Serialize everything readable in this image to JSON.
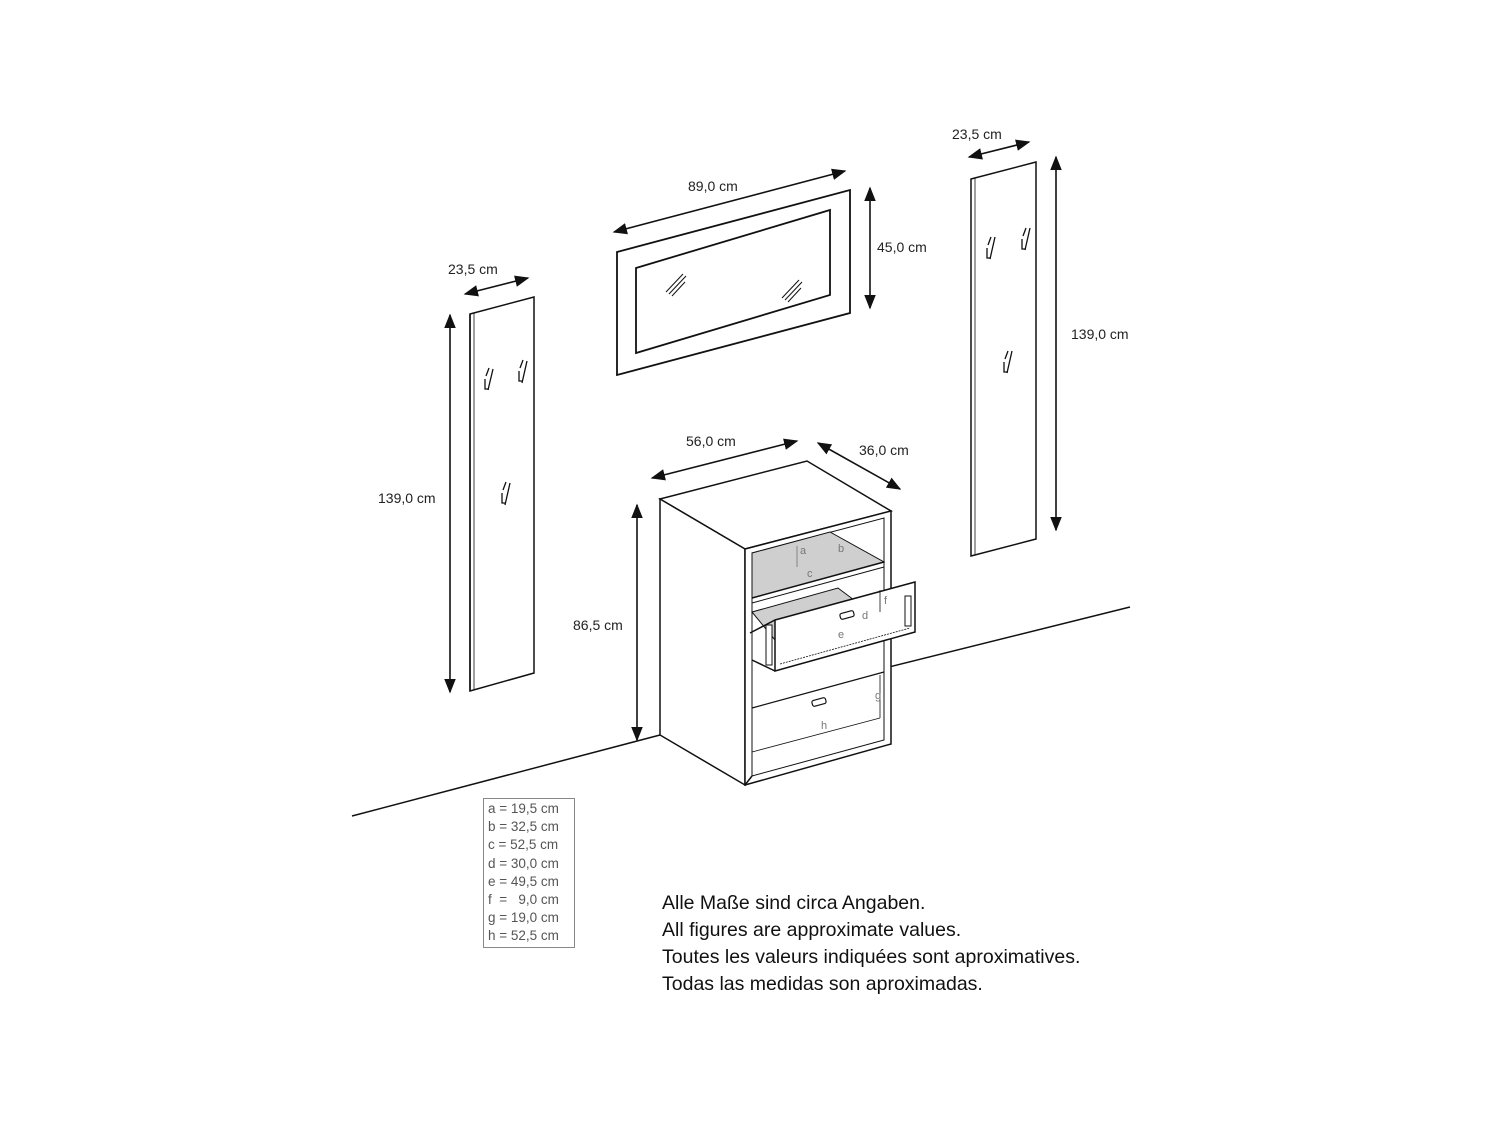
{
  "diagram": {
    "type": "furniture-dimension-drawing",
    "components": {
      "left_coat_panel": {
        "width": "23,5 cm",
        "height": "139,0 cm",
        "hooks": 3
      },
      "mirror": {
        "width": "89,0 cm",
        "height": "45,0 cm"
      },
      "right_coat_panel": {
        "width": "23,5 cm",
        "height": "139,0 cm",
        "hooks": 3
      },
      "cabinet": {
        "width": "56,0 cm",
        "depth": "36,0 cm",
        "height": "86,5 cm",
        "labels": [
          "a",
          "b",
          "c",
          "d",
          "e",
          "f",
          "g",
          "h"
        ]
      }
    },
    "legend": [
      "a = 19,5 cm",
      "b = 32,5 cm",
      "c = 52,5 cm",
      "d = 30,0 cm",
      "e = 49,5 cm",
      "f  =   9,0 cm",
      "g = 19,0 cm",
      "h = 52,5 cm"
    ],
    "notes": [
      "Alle Maße sind circa Angaben.",
      "All figures are approximate values.",
      "Toutes les valeurs indiquées sont aproximatives.",
      "Todas las medidas son aproximadas."
    ]
  }
}
